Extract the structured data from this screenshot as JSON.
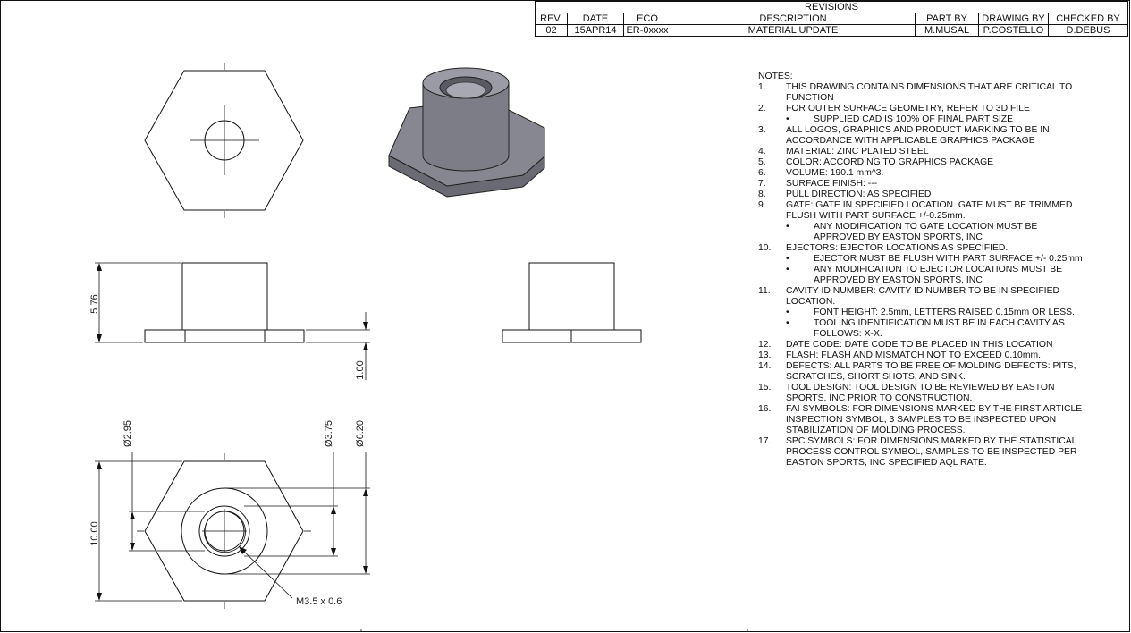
{
  "revisions": {
    "title": "REVISIONS",
    "headers": [
      "REV.",
      "DATE",
      "ECO",
      "DESCRIPTION",
      "PART BY",
      "DRAWING BY",
      "CHECKED BY"
    ],
    "row": [
      "02",
      "15APR14",
      "ER-0xxxx",
      "MATERIAL UPDATE",
      "M.MUSAL",
      "P.COSTELLO",
      "D.DEBUS"
    ]
  },
  "dimensions": {
    "height": "5.76",
    "flange": "1.00",
    "hole_dia": "Ø2.95",
    "boss_dia": "Ø3.75",
    "outer_dia": "Ø6.20",
    "across": "10.00",
    "thread": "M3.5 x 0.6"
  },
  "notes": {
    "heading": "NOTES:",
    "items": [
      {
        "n": "1.",
        "t": "THIS DRAWING CONTAINS DIMENSIONS THAT ARE CRITICAL TO FUNCTION",
        "subs": []
      },
      {
        "n": "2.",
        "t": "FOR OUTER SURFACE GEOMETRY, REFER TO 3D FILE",
        "subs": [
          "SUPPLIED CAD IS 100% OF FINAL PART SIZE"
        ]
      },
      {
        "n": "3.",
        "t": "ALL LOGOS, GRAPHICS AND PRODUCT MARKING TO BE IN ACCORDANCE WITH APPLICABLE GRAPHICS PACKAGE",
        "subs": []
      },
      {
        "n": "4.",
        "t": "MATERIAL: ZINC PLATED STEEL",
        "subs": []
      },
      {
        "n": "5.",
        "t": "COLOR: ACCORDING TO GRAPHICS PACKAGE",
        "subs": []
      },
      {
        "n": "6.",
        "t": "VOLUME: 190.1 mm^3.",
        "subs": []
      },
      {
        "n": "7.",
        "t": "SURFACE FINISH: ---",
        "subs": []
      },
      {
        "n": "8.",
        "t": "PULL DIRECTION: AS SPECIFIED",
        "subs": []
      },
      {
        "n": "9.",
        "t": "GATE: GATE IN SPECIFIED LOCATION. GATE MUST BE TRIMMED FLUSH WITH PART SURFACE +/-0.25mm.",
        "subs": [
          "ANY MODIFICATION TO GATE LOCATION MUST BE APPROVED BY EASTON SPORTS, INC"
        ]
      },
      {
        "n": "10.",
        "t": "EJECTORS: EJECTOR LOCATIONS AS SPECIFIED.",
        "subs": [
          "EJECTOR MUST BE FLUSH WITH PART SURFACE +/- 0.25mm",
          "ANY MODIFICATION TO EJECTOR LOCATIONS MUST BE APPROVED BY EASTON SPORTS, INC"
        ]
      },
      {
        "n": "11.",
        "t": "CAVITY ID NUMBER: CAVITY ID NUMBER TO BE IN SPECIFIED LOCATION.",
        "subs": [
          "FONT HEIGHT: 2.5mm, LETTERS RAISED 0.15mm OR LESS.",
          "TOOLING IDENTIFICATION MUST BE IN EACH CAVITY AS FOLLOWS: X-X."
        ]
      },
      {
        "n": "12.",
        "t": "DATE CODE: DATE CODE TO BE PLACED IN THIS LOCATION",
        "subs": []
      },
      {
        "n": "13.",
        "t": "FLASH: FLASH AND MISMATCH NOT TO EXCEED 0.10mm.",
        "subs": []
      },
      {
        "n": "14.",
        "t": "DEFECTS: ALL PARTS TO BE FREE OF MOLDING DEFECTS: PITS, SCRATCHES, SHORT SHOTS, AND SINK.",
        "subs": []
      },
      {
        "n": "15.",
        "t": "TOOL DESIGN: TOOL DESIGN TO BE REVIEWED BY EASTON SPORTS, INC PRIOR TO CONSTRUCTION.",
        "subs": []
      },
      {
        "n": "16.",
        "t": "FAI SYMBOLS: FOR DIMENSIONS MARKED BY THE FIRST ARTICLE INSPECTION SYMBOL, 3 SAMPLES TO BE INSPECTED UPON STABILIZATION OF MOLDING PROCESS.",
        "subs": []
      },
      {
        "n": "17.",
        "t": "SPC SYMBOLS: FOR DIMENSIONS MARKED BY THE STATISTICAL PROCESS CONTROL SYMBOL, SAMPLES TO BE INSPECTED PER EASTON SPORTS, INC SPECIFIED AQL RATE.",
        "subs": []
      }
    ]
  }
}
